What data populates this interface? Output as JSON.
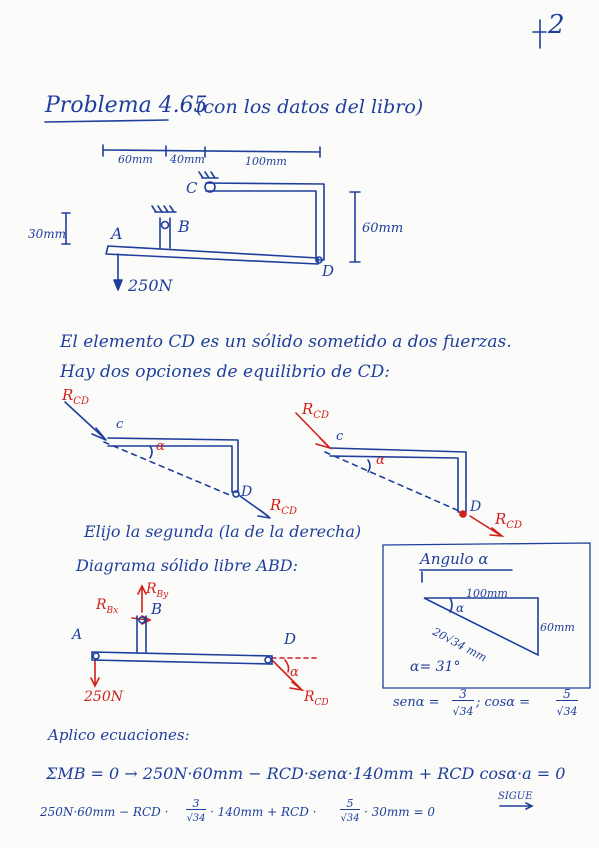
{
  "page_number": "2",
  "title": "Problema 4.65",
  "title_note": "(con los datos del libro)",
  "figure": {
    "dim_60": "60mm",
    "dim_40": "40mm",
    "dim_100": "100mm",
    "dim_30": "30mm",
    "dim_60v": "60mm",
    "label_A": "A",
    "label_B": "B",
    "label_C": "C",
    "label_D": "D",
    "load": "250N"
  },
  "text": {
    "line1": "El elemento CD es un sólido sometido a dos fuerzas.",
    "line2": "Hay dos opciones de equilibrio de CD:",
    "choice": "Elijo la segunda (la de la derecha)",
    "fbd_title": "Diagrama sólido libre ABD:",
    "apply": "Aplico ecuaciones:",
    "sigue": "SIGUE"
  },
  "options": {
    "rcd": "R",
    "rcd_sub": "CD",
    "c": "c",
    "d": "D",
    "alpha": "α"
  },
  "angle_box": {
    "title": "Angulo α",
    "top": "100mm",
    "right": "60mm",
    "hyp": "20√34 mm",
    "alpha": "α",
    "alpha_value": "α= 31°",
    "sen": "senα =",
    "sen_num": "3",
    "sen_den": "√34",
    "cos": "; cosα =",
    "cos_num": "5",
    "cos_den": "√34"
  },
  "fbd": {
    "rbx": "R",
    "rbx_sub": "Bx",
    "rby": "R",
    "rby_sub": "By",
    "b": "B",
    "a": "A",
    "d": "D",
    "alpha": "α",
    "load": "250N",
    "rcd": "R",
    "rcd_sub": "CD"
  },
  "equations": {
    "eq1": "ΣM_B = 0 → 250N·60mm − R_CD·senα·140mm + R_CD·cosα·a = 0",
    "eq1_text": "ΣMB = 0  →  250N·60mm − RCD·senα·140mm + RCD cosα·a = 0",
    "eq2_a": "250N·60mm − RCD ·",
    "eq2_f1_num": "3",
    "eq2_f1_den": "√34",
    "eq2_b": "· 140mm + RCD ·",
    "eq2_f2_num": "5",
    "eq2_f2_den": "√34",
    "eq2_c": "· 30mm = 0"
  }
}
